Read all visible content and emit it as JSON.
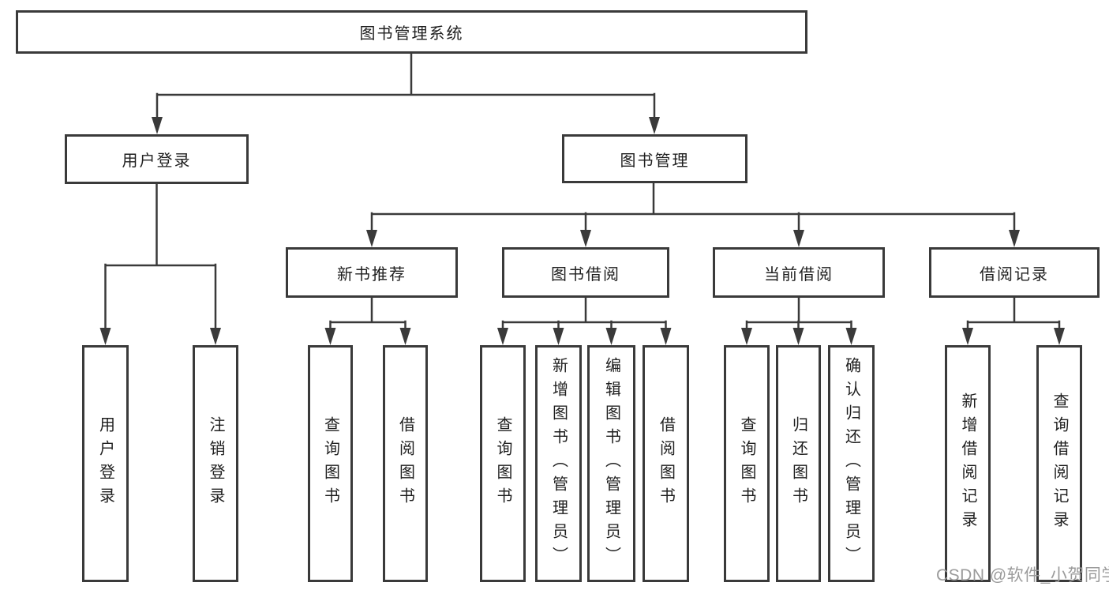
{
  "diagram": {
    "root": {
      "label": "图书管理系统"
    },
    "level2": [
      {
        "label": "用户登录"
      },
      {
        "label": "图书管理"
      }
    ],
    "level3": [
      {
        "label": "新书推荐"
      },
      {
        "label": "图书借阅"
      },
      {
        "label": "当前借阅"
      },
      {
        "label": "借阅记录"
      }
    ],
    "leaves": {
      "user_login": [
        "用户登录",
        "注销登录"
      ],
      "new_book": [
        "查询图书",
        "借阅图书"
      ],
      "book_borrow": [
        "查询图书",
        "新增图书（管理员）",
        "编辑图书（管理员）",
        "借阅图书"
      ],
      "current_borrow": [
        "查询图书",
        "归还图书",
        "确认归还（管理员）"
      ],
      "borrow_record": [
        "新增借阅记录",
        "查询借阅记录"
      ]
    }
  },
  "watermark": {
    "text": "CSDN @软件_小贺同学"
  },
  "colors": {
    "line": "#3a3a3a",
    "text": "#1f1f1f",
    "watermark": "#9b9b9b",
    "background": "#ffffff"
  }
}
